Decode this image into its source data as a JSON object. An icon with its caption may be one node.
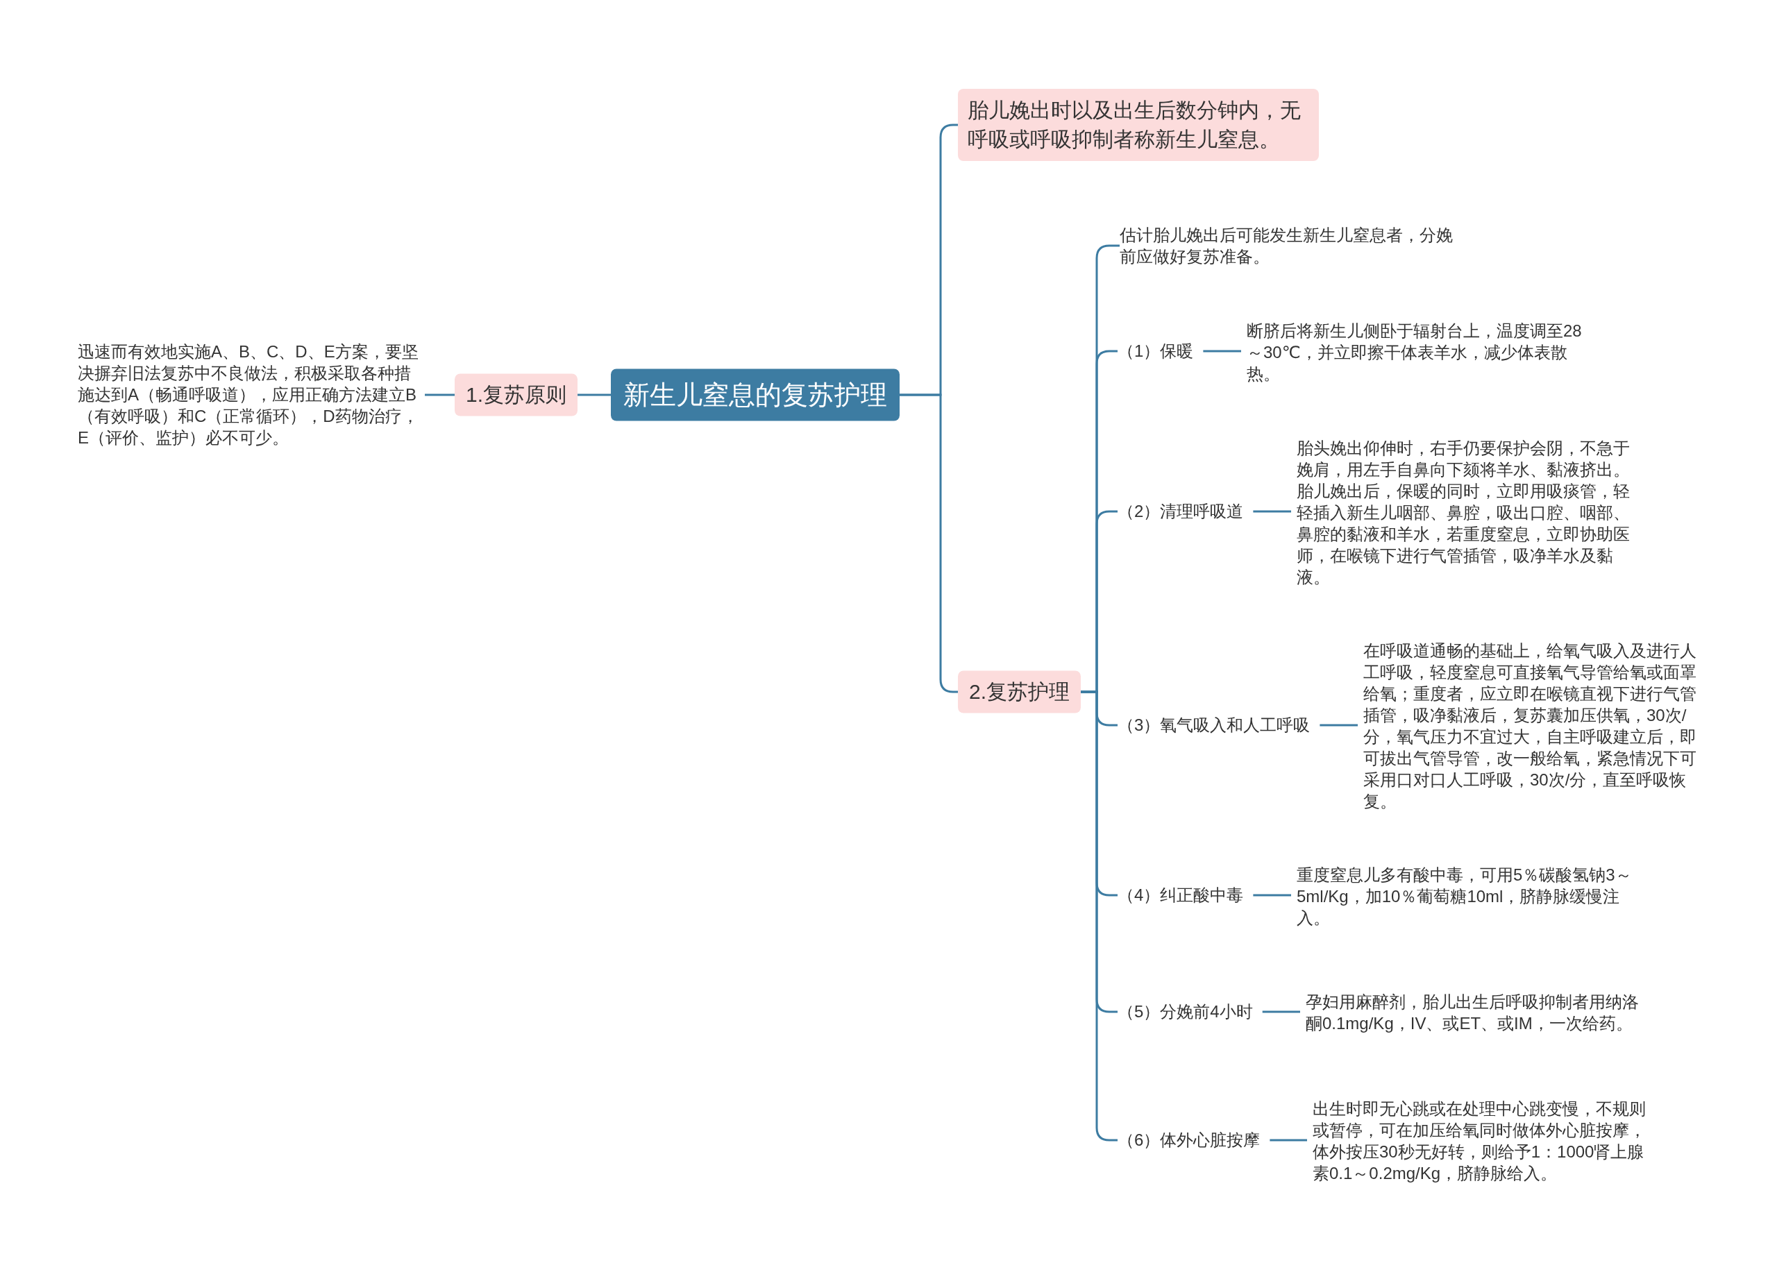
{
  "diagram": {
    "nodes": [
      {
        "text": [
          "新生儿窒息的复苏护理"
        ]
      },
      {
        "text": [
          "1.复苏原则"
        ]
      },
      {
        "text": [
          "迅速而有效地实施A、B、C、D、E方案，要坚决摒弃旧法复苏中不良做法，积极采取各种措施达到A（畅通呼吸道），应用正确方法建立B（有效呼吸）和C（正常循环），D药物治疗，E（评价、监护）必不可少。"
        ]
      },
      {
        "text": [
          "胎儿娩出时以及出生后数分钟内，无呼吸或呼吸抑制者称新生儿窒息。"
        ]
      },
      {
        "text": [
          "2.复苏护理"
        ]
      },
      {
        "text": [
          "估计胎儿娩出后可能发生新生儿窒息者，分娩前应做好复苏准备。"
        ]
      },
      {
        "text": [
          "（1）保暖"
        ]
      },
      {
        "text": [
          "断脐后将新生儿侧卧于辐射台上，温度调至28～30℃，并立即擦干体表羊水，减少体表散热。"
        ]
      },
      {
        "text": [
          "（2）清理呼吸道"
        ]
      },
      {
        "text": [
          "胎头娩出仰伸时，右手仍要保护会阴，不急于娩肩，用左手自鼻向下颏将羊水、黏液挤出。胎儿娩出后，保暖的同时，立即用吸痰管，轻轻插入新生儿咽部、鼻腔，吸出口腔、咽部、鼻腔的黏液和羊水，若重度窒息，立即协助医师，在喉镜下进行气管插管，吸净羊水及黏液。"
        ]
      },
      {
        "text": [
          "（3）氧气吸入和人工呼吸"
        ]
      },
      {
        "text": [
          "在呼吸道通畅的基础上，给氧气吸入及进行人工呼吸，轻度窒息可直接氧气导管给氧或面罩给氧；重度者，应立即在喉镜直视下进行气管插管，吸净黏液后，复苏囊加压供氧，30次/分，氧气压力不宜过大，自主呼吸建立后，即可拔出气管导管，改一般给氧，紧急情况下可采用口对口人工呼吸，30次/分，直至呼吸恢复。"
        ]
      },
      {
        "text": [
          "（4）纠正酸中毒"
        ]
      },
      {
        "text": [
          "重度窒息儿多有酸中毒，可用5％碳酸氢钠3～5ml/Kg，加10％葡萄糖10ml，脐静脉缓慢注入。"
        ]
      },
      {
        "text": [
          "（5）分娩前4小时"
        ]
      },
      {
        "text": [
          "孕妇用麻醉剂，胎儿出生后呼吸抑制者用纳洛酮0.1mg/Kg，IV、或ET、或IM，一次给药。"
        ]
      },
      {
        "text": [
          "（6）体外心脏按摩"
        ]
      },
      {
        "text": [
          "出生时即无心跳或在处理中心跳变慢，不规则或暂停，可在加压给氧同时做体外心脏按摩，体外按压30秒无好转，则给予1：1000肾上腺素0.1～0.2mg/Kg，脐静脉给入。"
        ]
      }
    ],
    "edges": [
      {
        "from": 0,
        "to": 1,
        "arrow": "none"
      },
      {
        "from": 1,
        "to": 2,
        "arrow": "none"
      },
      {
        "from": 0,
        "to": 3,
        "arrow": "none"
      },
      {
        "from": 0,
        "to": 4,
        "arrow": "none"
      },
      {
        "from": 4,
        "to": 5,
        "arrow": "none"
      },
      {
        "from": 4,
        "to": 6,
        "arrow": "none"
      },
      {
        "from": 4,
        "to": 8,
        "arrow": "none"
      },
      {
        "from": 4,
        "to": 10,
        "arrow": "none"
      },
      {
        "from": 4,
        "to": 12,
        "arrow": "none"
      },
      {
        "from": 4,
        "to": 14,
        "arrow": "none"
      },
      {
        "from": 4,
        "to": 16,
        "arrow": "none"
      },
      {
        "from": 6,
        "to": 7,
        "arrow": "none"
      },
      {
        "from": 8,
        "to": 9,
        "arrow": "none"
      },
      {
        "from": 10,
        "to": 11,
        "arrow": "none"
      },
      {
        "from": 12,
        "to": 13,
        "arrow": "none"
      },
      {
        "from": 14,
        "to": 15,
        "arrow": "none"
      },
      {
        "from": 16,
        "to": 17,
        "arrow": "none"
      }
    ]
  }
}
